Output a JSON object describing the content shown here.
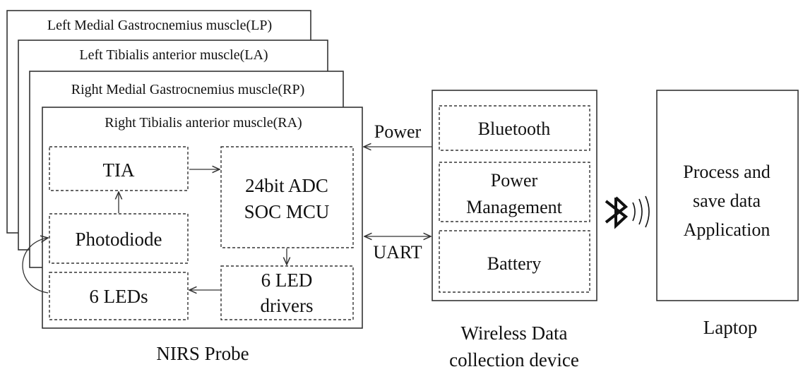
{
  "probe_panels": {
    "lp": "Left Medial Gastrocnemius muscle(LP)",
    "la": "Left Tibialis anterior muscle(LA)",
    "rp": "Right Medial Gastrocnemius muscle(RP)",
    "ra": "Right Tibialis anterior muscle(RA)"
  },
  "probe_blocks": {
    "tia": "TIA",
    "adc_line1": "24bit ADC",
    "adc_line2": "SOC MCU",
    "photodiode": "Photodiode",
    "leds": "6 LEDs",
    "drivers_line1": "6 LED",
    "drivers_line2": "drivers"
  },
  "links": {
    "power": "Power",
    "uart": "UART"
  },
  "device_blocks": {
    "bluetooth": "Bluetooth",
    "power_mgmt_line1": "Power",
    "power_mgmt_line2": "Management",
    "battery": "Battery"
  },
  "laptop_box": {
    "line1": "Process and",
    "line2": "save data",
    "line3": "Application"
  },
  "captions": {
    "probe": "NIRS Probe",
    "device_line1": "Wireless Data",
    "device_line2": "collection device",
    "laptop": "Laptop"
  },
  "icons": {
    "wireless": "bluetooth-icon"
  },
  "colors": {
    "stroke": "#333333",
    "text": "#111111",
    "background": "#ffffff"
  }
}
